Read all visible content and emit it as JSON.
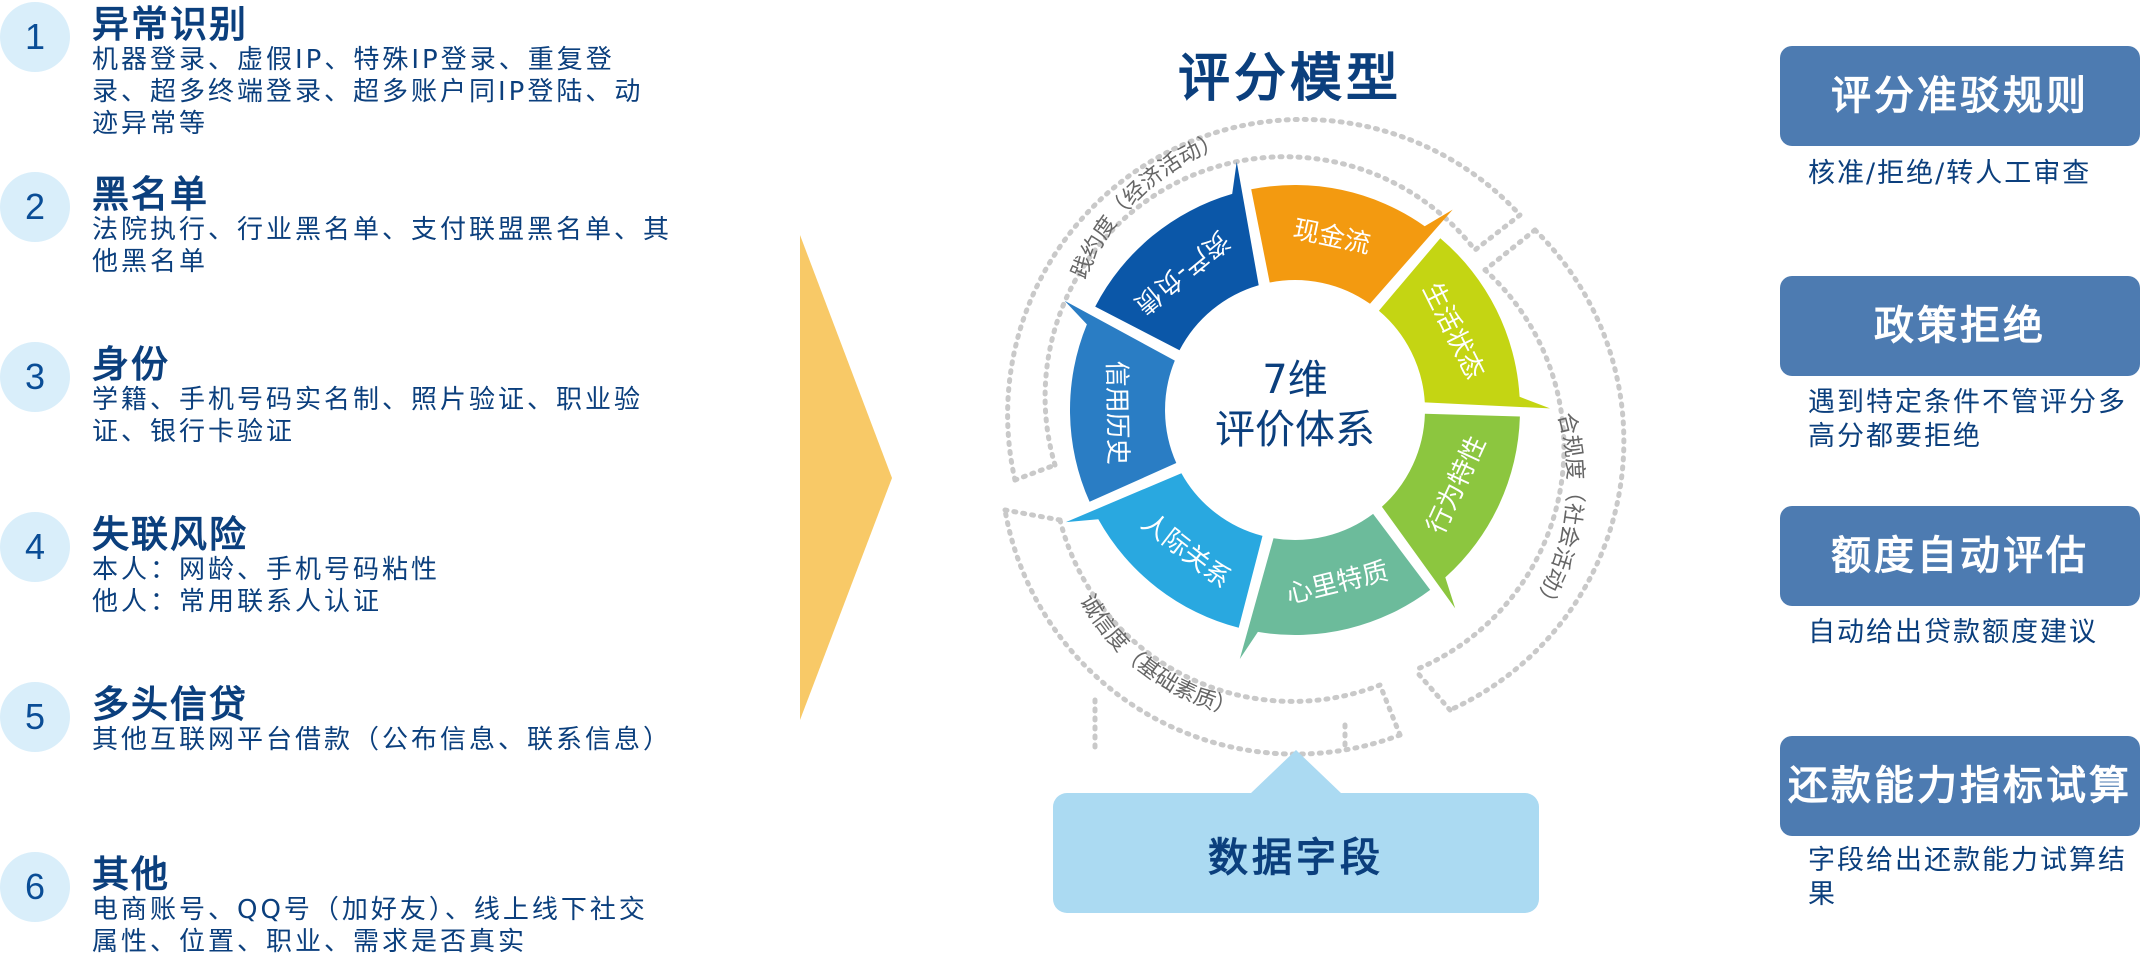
{
  "left_items": [
    {
      "number": "1",
      "title": "异常识别",
      "desc": "机器登录、虚假IP、特殊IP登录、重复登录、超多终端登录、超多账户同IP登陆、动迹异常等"
    },
    {
      "number": "2",
      "title": "黑名单",
      "desc": "法院执行、行业黑名单、支付联盟黑名单、其他黑名单"
    },
    {
      "number": "3",
      "title": "身份",
      "desc": "学籍、手机号码实名制、照片验证、职业验证、银行卡验证"
    },
    {
      "number": "4",
      "title": "失联风险",
      "desc_line1": "本人：网龄、手机号码粘性",
      "desc_line2": "他人：常用联系人认证"
    },
    {
      "number": "5",
      "title": "多头信贷",
      "desc": "其他互联网平台借款（公布信息、联系信息）"
    },
    {
      "number": "6",
      "title": "其他",
      "desc": "电商账号、QQ号（加好友）、线上线下社交属性、位置、职业、需求是否真实"
    }
  ],
  "center": {
    "title": "评分模型",
    "core_line1": "7维",
    "core_line2": "评价体系",
    "segments": [
      "现金流",
      "生活状态",
      "行为特性",
      "心里特质",
      "人际关系",
      "信用历史",
      "资产-负债"
    ],
    "outer_labels": [
      "践约度（经济活动）",
      "合规度（社会活动）",
      "诚信度（基础素质）"
    ],
    "data_field": "数据字段"
  },
  "right_items": [
    {
      "title": "评分准驳规则",
      "desc": "核准/拒绝/转人工审查"
    },
    {
      "title": "政策拒绝",
      "desc": "遇到特定条件不管评分多高分都要拒绝"
    },
    {
      "title": "额度自动评估",
      "desc": "自动给出贷款额度建议"
    },
    {
      "title": "还款能力指标试算",
      "desc": "字段给出还款能力试算结果"
    }
  ],
  "colors": {
    "dark_blue": "#0b3f7d",
    "number_circle": "#d9eefa",
    "arrow": "#f8c967",
    "box_blue": "#4d7bb1",
    "data_box": "#abdaf2",
    "segment_colors": [
      "#f39a10",
      "#c4d513",
      "#8cc63f",
      "#6cbb9b",
      "#29a8e0",
      "#2a7dc4",
      "#0b57a8"
    ]
  },
  "icons": {
    "big_arrow": "right-pointing-chevron-arrow"
  }
}
